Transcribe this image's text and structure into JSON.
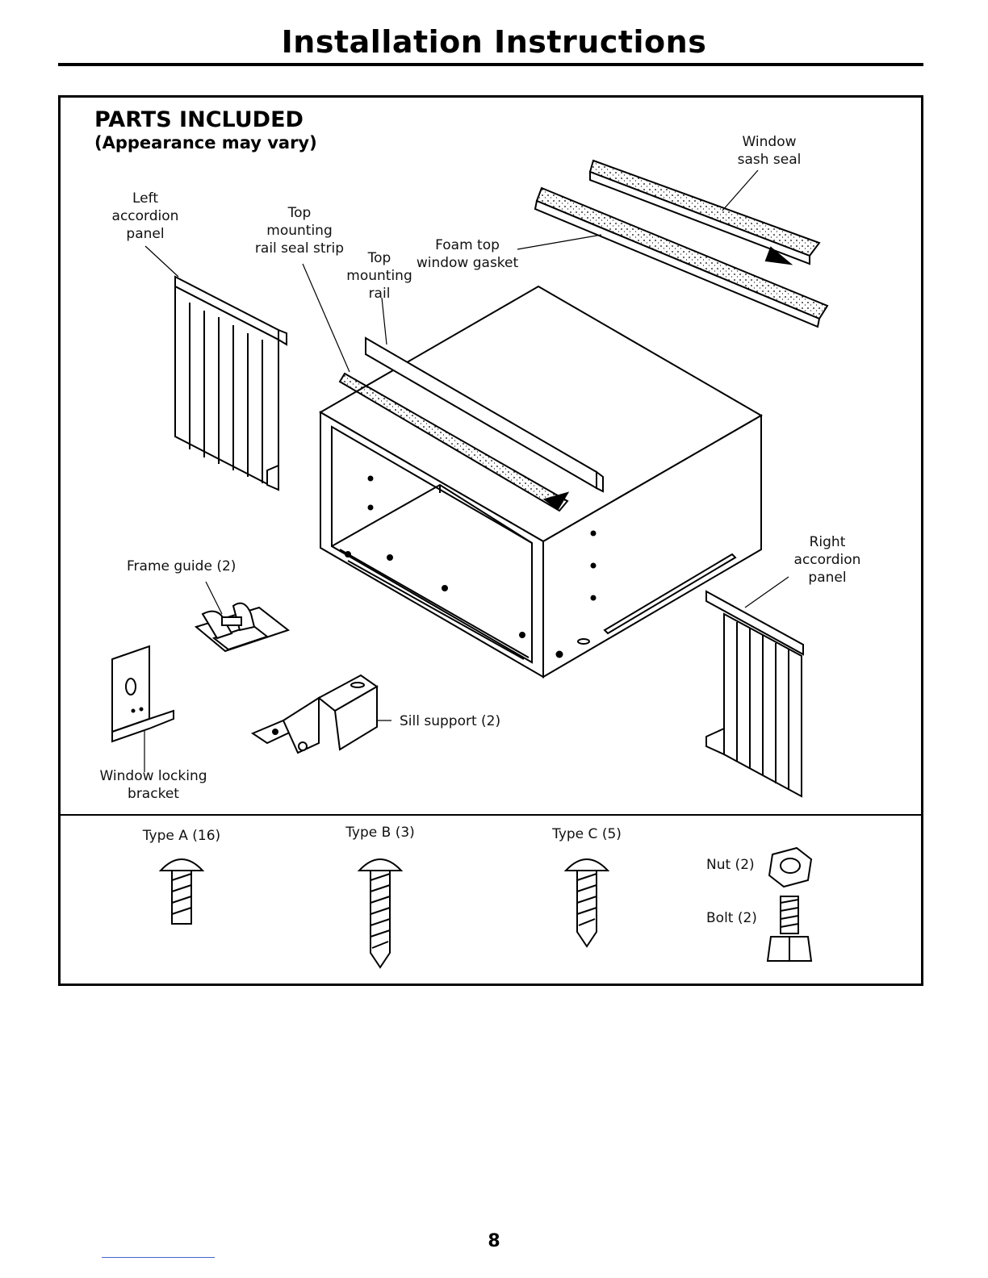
{
  "page": {
    "title": "Installation Instructions",
    "number": "8"
  },
  "parts": {
    "heading": "PARTS INCLUDED",
    "subheading": "(Appearance may vary)",
    "labels": {
      "left_accordion_panel": "Left\naccordion\npanel",
      "top_mounting_rail_seal_strip": "Top\nmounting\nrail seal strip",
      "top_mounting_rail": "Top\nmounting\nrail",
      "foam_top_window_gasket": "Foam top\nwindow gasket",
      "window_sash_seal": "Window\nsash seal",
      "right_accordion_panel": "Right\naccordion\npanel",
      "frame_guide": "Frame guide (2)",
      "sill_support": "Sill support (2)",
      "window_locking_bracket": "Window locking\nbracket"
    }
  },
  "hardware": {
    "type_a": "Type A (16)",
    "type_b": "Type B (3)",
    "type_c": "Type C (5)",
    "nut": "Nut (2)",
    "bolt": "Bolt (2)"
  }
}
